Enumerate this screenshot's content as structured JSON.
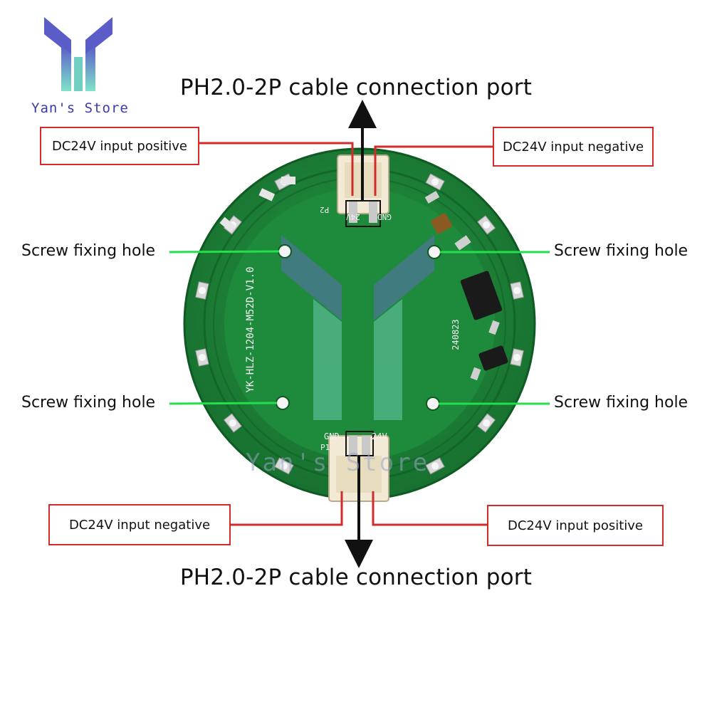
{
  "brand": {
    "name": "Yan's Store",
    "logo_colors": [
      "#5a5cc8",
      "#7fe3c9"
    ]
  },
  "watermark": "Yan's Store",
  "ports": {
    "top_title": "PH2.0-2P cable connection port",
    "bottom_title": "PH2.0-2P cable connection port"
  },
  "callouts": {
    "top_left": "DC24V input positive",
    "top_right": "DC24V input negative",
    "bottom_left": "DC24V input negative",
    "bottom_right": "DC24V input positive"
  },
  "screw_holes": {
    "upper_left": "Screw fixing hole",
    "upper_right": "Screw fixing hole",
    "lower_left": "Screw fixing hole",
    "lower_right": "Screw fixing hole"
  },
  "board": {
    "model": "YK-HLZ-1204-M52D-V1.0",
    "date_code": "240823",
    "top_connector": {
      "ref": "P2",
      "pin_a": "24V",
      "pin_b": "GND"
    },
    "bottom_connector": {
      "ref": "P1",
      "pin_a": "GND",
      "pin_b": "24V"
    }
  },
  "colors": {
    "pcb": "#1f8a3b",
    "pcb_dark": "#15692b",
    "leader_red": "#d42a2a",
    "leader_green": "#22e04a",
    "arrow": "#111111"
  }
}
